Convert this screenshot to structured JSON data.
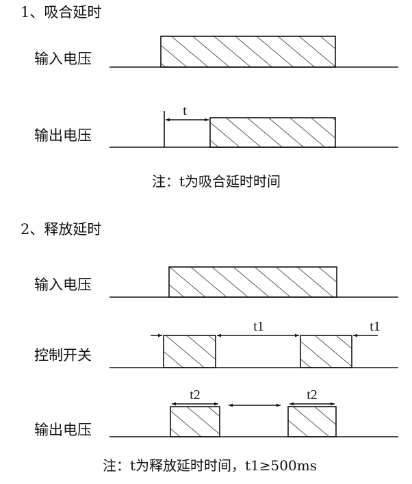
{
  "section1": {
    "title": "1、吸合延时",
    "input_label": "输入电压",
    "output_label": "输出电压",
    "t_label": "t",
    "note": "注：t为吸合延时时间"
  },
  "section2": {
    "title": "2、释放延时",
    "input_label": "输入电压",
    "control_label": "控制开关",
    "output_label": "输出电压",
    "t1_label_mid": "t1",
    "t1_label_right": "t1",
    "t2_label_left": "t2",
    "t2_label_right": "t2",
    "note": "注：t为释放延时时间，t1≥500ms"
  }
}
